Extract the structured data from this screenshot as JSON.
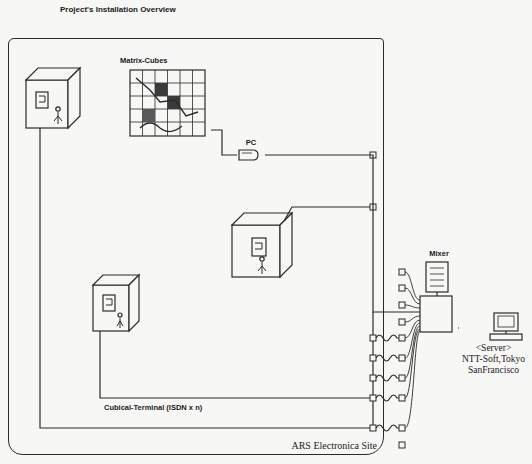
{
  "diagram": {
    "title": "Project's Installation Overview",
    "nodes": [
      {
        "text": [
          "ARS Electronica Site"
        ]
      },
      {
        "text": [
          "Matrix-Cubes"
        ],
        "in": 0
      },
      {
        "text": [
          "PC"
        ],
        "in": 0
      },
      {
        "text": [
          "Mixer"
        ]
      },
      {
        "text": [
          "<Server>",
          "NTT-Soft,Tokyo",
          "SanFrancisco"
        ]
      }
    ],
    "edges": [
      {
        "from": 1,
        "to": 2,
        "arrow": "none"
      },
      {
        "from": 2,
        "to": 3,
        "arrow": "none"
      },
      {
        "from": 3,
        "to": 4,
        "arrow": "none"
      }
    ],
    "labels": [
      "Cubical-Terminal (ISDN x n)"
    ]
  }
}
